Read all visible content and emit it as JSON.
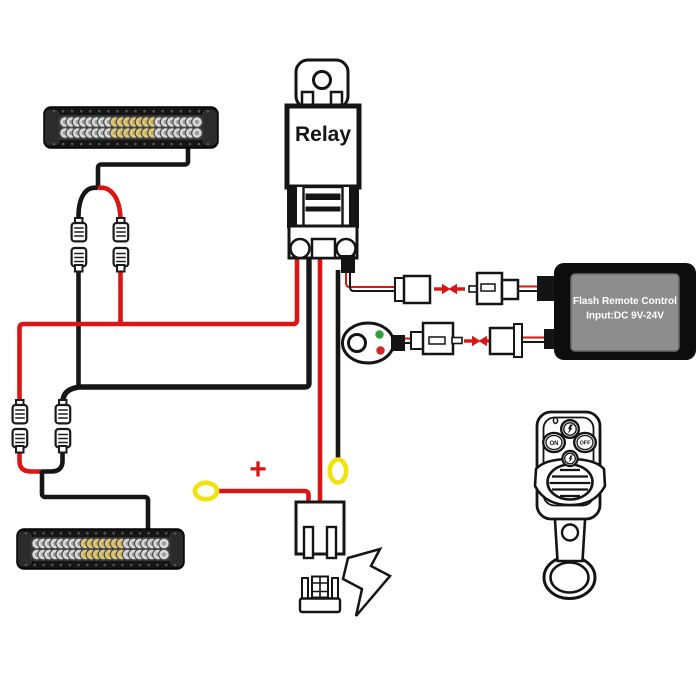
{
  "relay": {
    "label": "Relay"
  },
  "flash_controller": {
    "line1": "Flash Remote Control",
    "line2": "Input:DC 9V-24V"
  },
  "battery": {
    "positive_label": "+"
  },
  "remote_fob": {
    "on_label": "ON",
    "off_label": "OFF"
  },
  "colors": {
    "wire_red": "#d91515",
    "wire_black": "#161616",
    "terminal_yellow": "#f2e20c",
    "indicator_green": "#2f9e3f",
    "indicator_red": "#d32727",
    "controller_panel_gray": "#8d8d8d",
    "led_silver": "#d8d8d8",
    "led_silver_core": "#9a9a9a",
    "led_amber": "#dcc87c",
    "led_amber_core": "#c3a94f",
    "housing_black": "#181818"
  },
  "light_bars": {
    "count": 2,
    "led_rows": 2,
    "led_columns": 22,
    "amber_start_col": 8,
    "amber_end_col": 14,
    "screw_dots": 18
  }
}
